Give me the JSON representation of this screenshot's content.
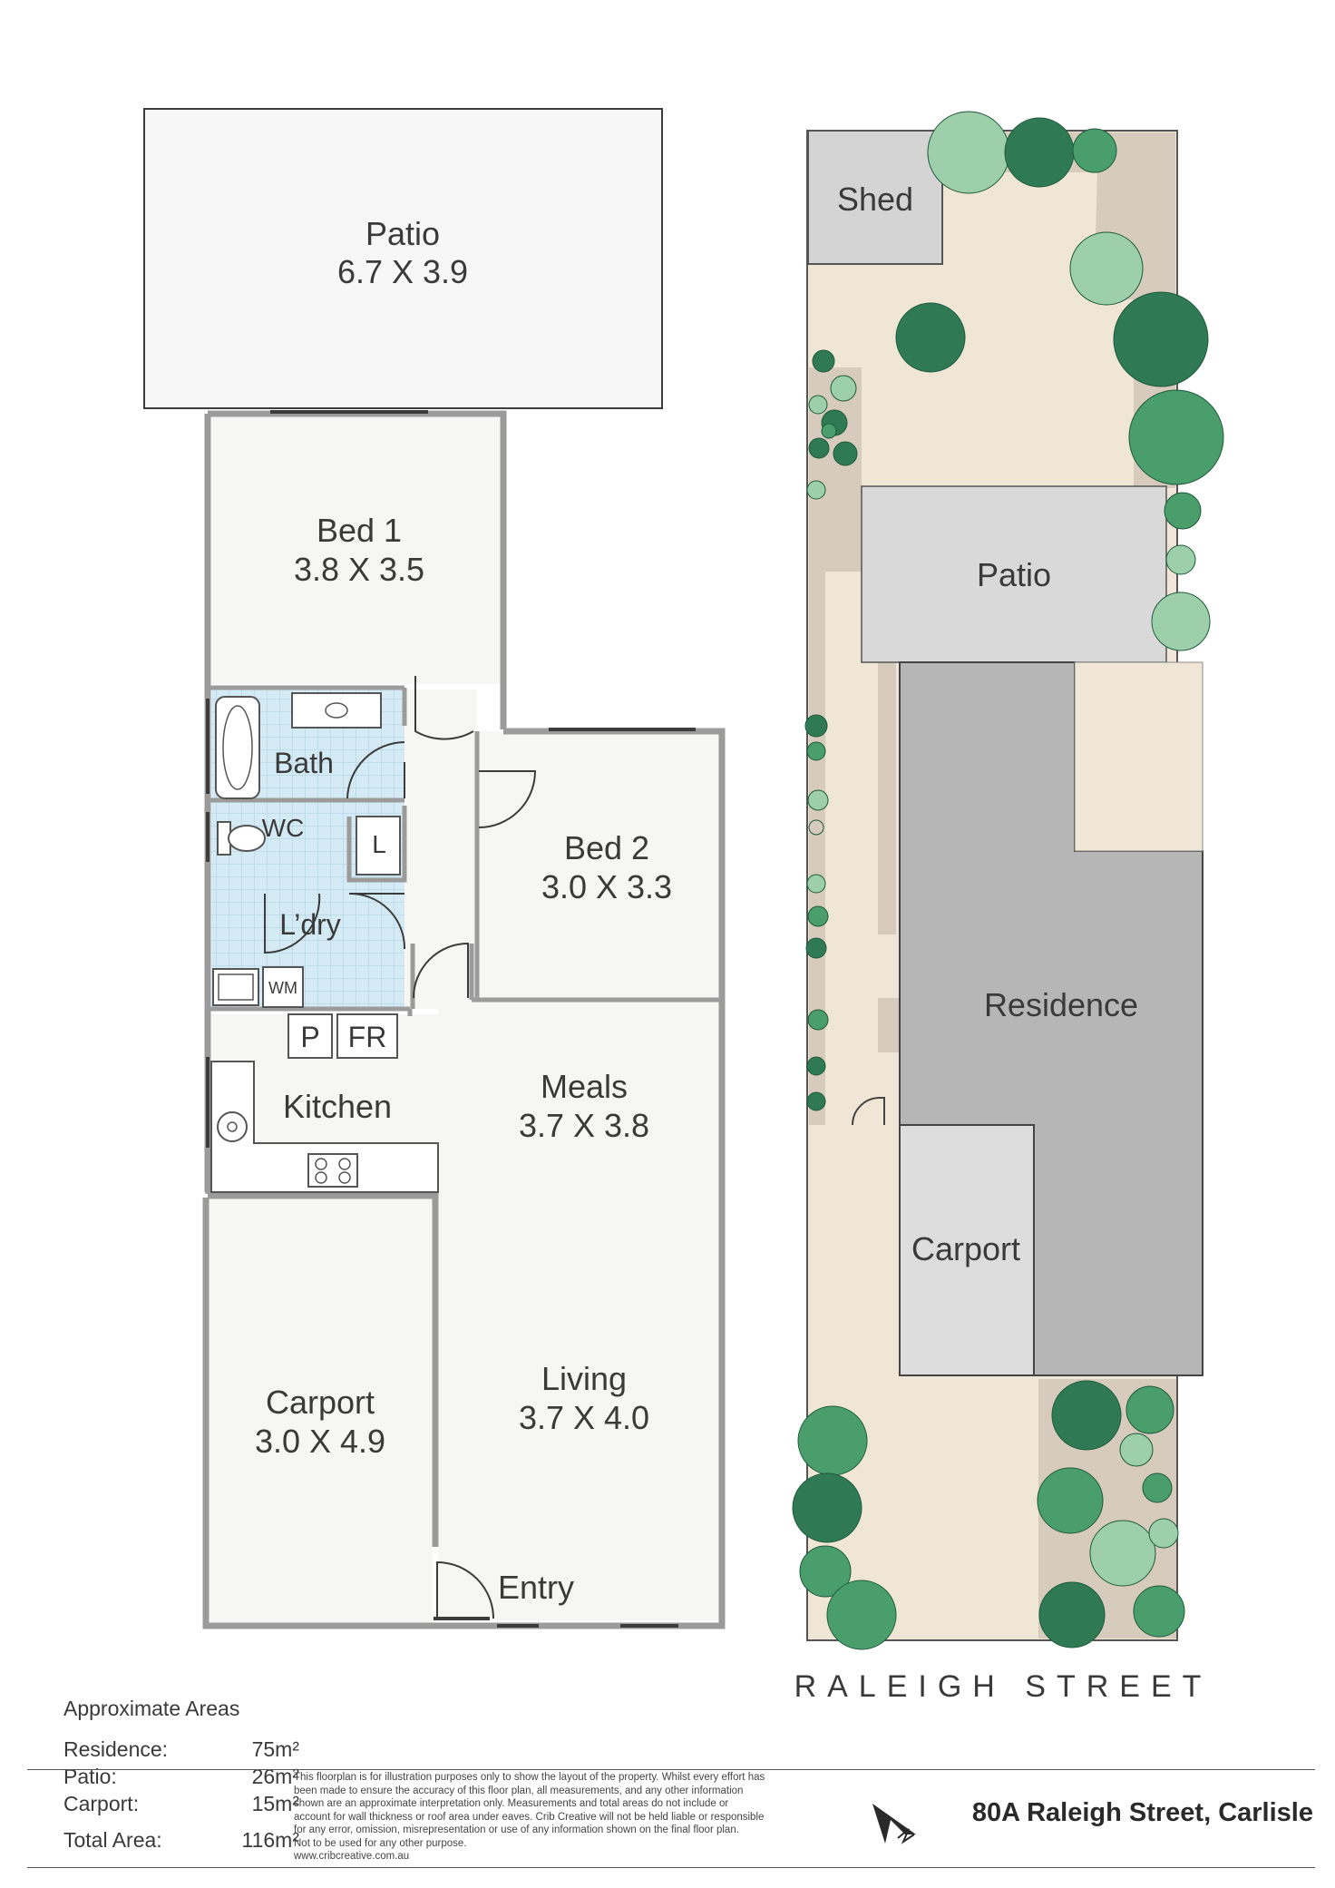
{
  "floor_plan": {
    "rooms": [
      {
        "id": "patio",
        "name": "Patio",
        "dims": "6.7 X 3.9"
      },
      {
        "id": "bed1",
        "name": "Bed 1",
        "dims": "3.8 X 3.5"
      },
      {
        "id": "bath",
        "name": "Bath"
      },
      {
        "id": "wc",
        "name": "WC"
      },
      {
        "id": "linen",
        "name": "L"
      },
      {
        "id": "laundry",
        "name": "L’dry"
      },
      {
        "id": "wm",
        "name": "WM"
      },
      {
        "id": "bed2",
        "name": "Bed 2",
        "dims": "3.0 X 3.3"
      },
      {
        "id": "pantry",
        "name": "P"
      },
      {
        "id": "fridge",
        "name": "FR"
      },
      {
        "id": "kitchen",
        "name": "Kitchen"
      },
      {
        "id": "meals",
        "name": "Meals",
        "dims": "3.7 X 3.8"
      },
      {
        "id": "living",
        "name": "Living",
        "dims": "3.7 X 4.0"
      },
      {
        "id": "carport",
        "name": "Carport",
        "dims": "3.0 X 4.9"
      },
      {
        "id": "entry",
        "name": "Entry"
      }
    ]
  },
  "site_plan": {
    "labels": {
      "shed": "Shed",
      "patio": "Patio",
      "residence": "Residence",
      "carport": "Carport"
    },
    "street": "RALEIGH STREET"
  },
  "areas": {
    "title": "Approximate Areas",
    "rows": [
      {
        "label": "Residence:",
        "value": "75m²"
      },
      {
        "label": "Patio:",
        "value": "26m²"
      },
      {
        "label": "Carport:",
        "value": "15m²"
      }
    ],
    "total": {
      "label": "Total Area:",
      "value": "116m²"
    }
  },
  "disclaimer": [
    "This floorplan is for illustration purposes only to show the layout of the property. Whilst every effort has",
    "been made to ensure the accuracy of this floor plan, all measurements, and any other information",
    "shown are an approximate interpretation only. Measurements and total areas do not include or",
    "account for wall thickness or roof area under eaves. Crib Creative will not be held liable or responsible",
    "for any error, omission, misrepresentation or use of any information shown on the final floor plan.",
    "Not to be used for any other purpose.",
    "www.cribcreative.com.au"
  ],
  "address": "80A Raleigh Street, Carlisle",
  "colors": {
    "wall": "#9a9a9a",
    "floor": "#f6f6f5",
    "tile": "#d8ecf4",
    "site_ground": "#f2e9dc",
    "site_path": "#d9cfc3",
    "residence": "#b9b9b9",
    "shed": "#d4d4d4",
    "tree_dark": "#2f7a55",
    "tree_mid": "#4a9e6c",
    "tree_light": "#9ccfaa"
  }
}
